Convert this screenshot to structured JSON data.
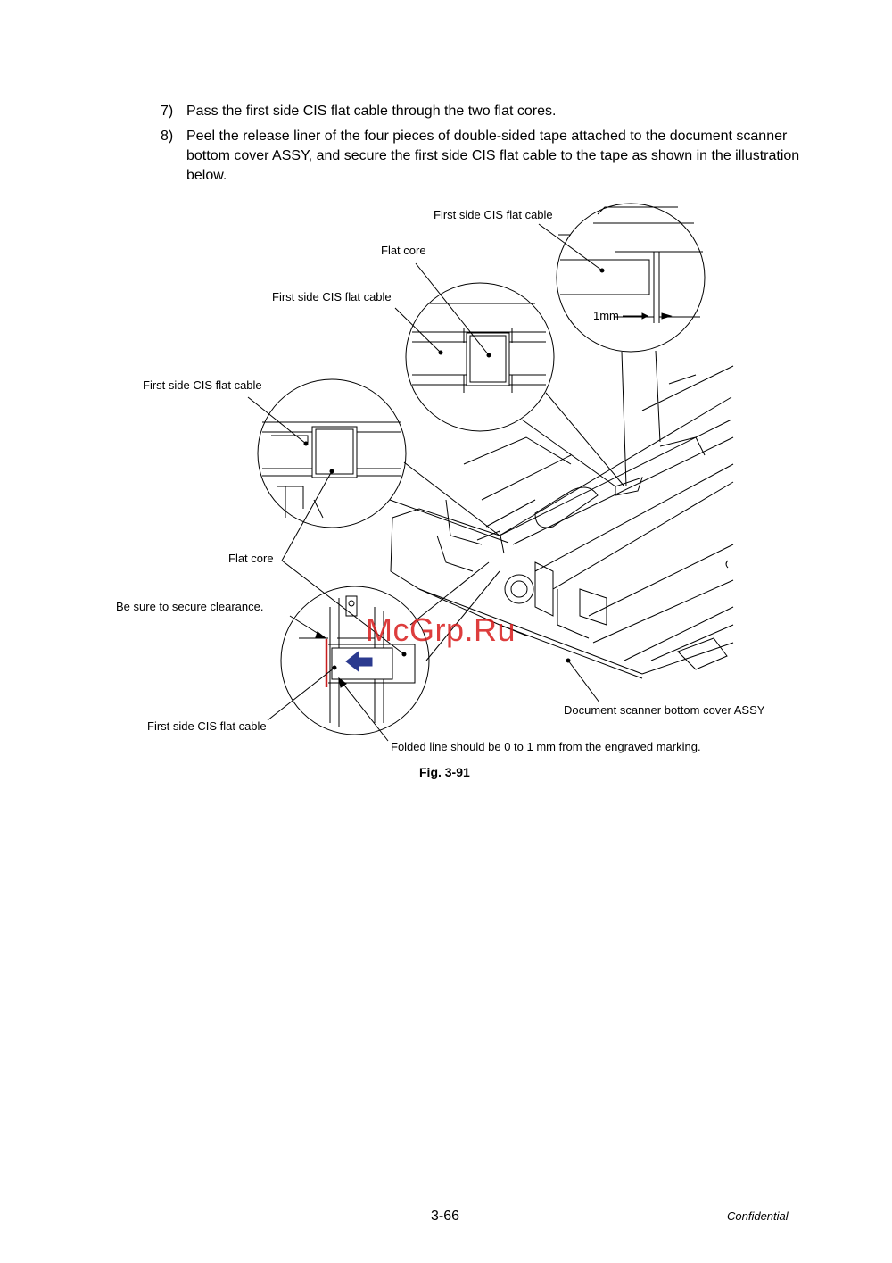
{
  "steps": [
    {
      "num": "7)",
      "text": "Pass the first side CIS flat cable through the two flat cores."
    },
    {
      "num": "8)",
      "text": "Peel the release liner of the four pieces of double-sided tape attached to the document scanner bottom cover ASSY, and secure the first side CIS flat cable to the tape as shown in the illustration below."
    }
  ],
  "figure": {
    "labels": {
      "cable_top": "First side CIS flat cable",
      "flat_core_top": "Flat core",
      "cable_mid": "First side CIS flat cable",
      "cable_left": "First side CIS flat cable",
      "one_mm": "1mm",
      "flat_core_left": "Flat core",
      "clearance": "Be sure to secure clearance.",
      "cable_bottom": "First side CIS flat cable",
      "cover_assy": "Document scanner bottom cover ASSY",
      "folded_line": "Folded line should be 0 to 1 mm from the engraved marking."
    },
    "caption": "Fig. 3-91",
    "colors": {
      "arrow": "#2b3a8f",
      "marking": "#c81e1e"
    }
  },
  "watermark": "McGrp.Ru",
  "footer": {
    "page_number": "3-66",
    "confidential": "Confidential"
  }
}
